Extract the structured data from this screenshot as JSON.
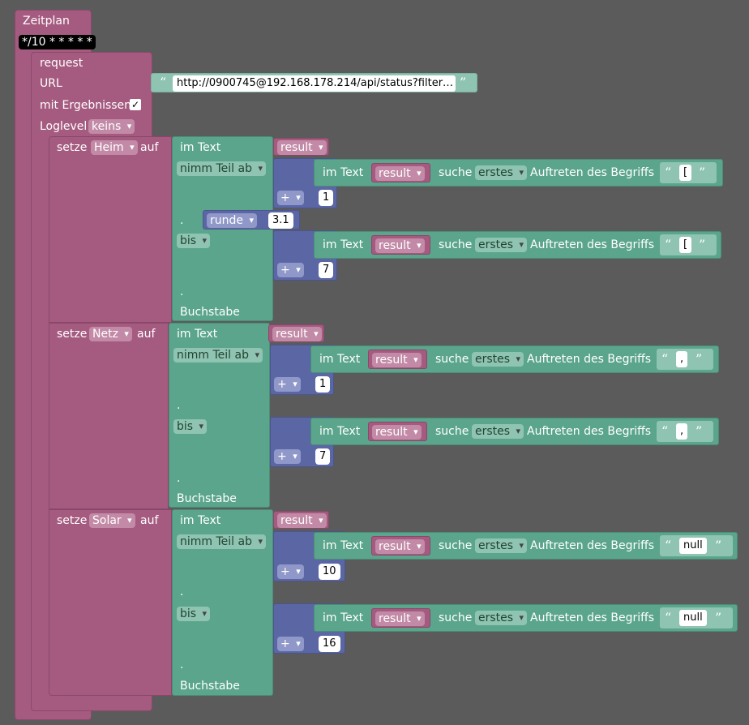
{
  "schedule": {
    "label": "Zeitplan",
    "cron": "*/10 * * * * *"
  },
  "request": {
    "label": "request",
    "url_label": "URL",
    "url_value": "http://0900745@192.168.178.214/api/status?filter…",
    "results_label": "mit Ergebnissen",
    "results_checked": "✓",
    "loglevel_label": "Loglevel",
    "loglevel_value": "keins"
  },
  "words": {
    "setze": "setze",
    "auf": "auf",
    "im_text": "im Text",
    "nimm_teil_ab": "nimm Teil ab",
    "bis": "bis",
    "dot": ".",
    "buchstabe": "Buchstabe",
    "suche": "suche",
    "erstes": "erstes",
    "auftreten": "Auftreten des Begriffs",
    "plus": "+",
    "result": "result",
    "runde": "runde",
    "open_quote": "“",
    "close_quote": "”"
  },
  "blocks": [
    {
      "var": "Heim",
      "search_from": "[",
      "offset_from": "1",
      "round_value": "3.1",
      "search_to": "[",
      "offset_to": "7"
    },
    {
      "var": "Netz",
      "search_from": ",",
      "offset_from": "1",
      "search_to": ",",
      "offset_to": "7"
    },
    {
      "var": "Solar",
      "search_from": "null",
      "offset_from": "10",
      "search_to": "null",
      "offset_to": "16"
    }
  ]
}
